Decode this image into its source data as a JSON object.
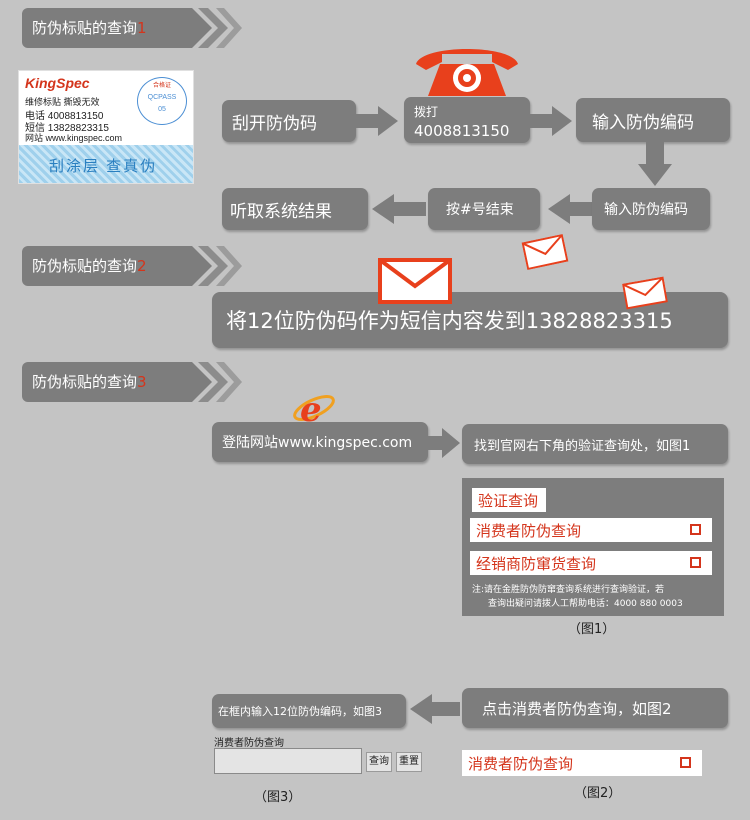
{
  "headers": [
    {
      "text": "防伪标贴的查询",
      "num": "1"
    },
    {
      "text": "防伪标贴的查询",
      "num": "2"
    },
    {
      "text": "防伪标贴的查询",
      "num": "3"
    }
  ],
  "sticker": {
    "brand": "KingSpec",
    "badge_top": "合格证",
    "badge_pass": "QCPASS",
    "badge_num": "05",
    "line1": "维修标贴  撕毁无效",
    "phone_label": "电话",
    "phone": "4008813150",
    "sms_label": "短信",
    "sms": "13828823315",
    "web_label": "网站",
    "web": "www.kingspec.com",
    "scratch": "刮涂层  查真伪"
  },
  "section1": {
    "scratch": "刮开防伪码",
    "dial_label": "拨打",
    "dial_number": "4008813150",
    "input_code": "输入防伪编码",
    "input_code2": "输入防伪编码",
    "press_hash": "按#号结束",
    "listen": "听取系统结果"
  },
  "section2": {
    "sms_text": "将12位防伪码作为短信内容发到13828823315"
  },
  "section3": {
    "login": "登陆网站www.kingspec.com",
    "find": "找到官网右下角的验证查询处，如图1",
    "fig1_title": "验证查询",
    "fig1_row1": "消费者防伪查询",
    "fig1_row2": "经销商防窜货查询",
    "fig1_note1": "注:请在金胜防伪防窜查询系统进行查询验证，若",
    "fig1_note2": "查询出疑问请拨人工帮助电话：4000 880 0003",
    "fig1_caption": "（图1）",
    "click_consumer": "点击消费者防伪查询，如图2",
    "fig2_row": "消费者防伪查询",
    "fig2_caption": "（图2）",
    "input12": "在框内输入12位防伪编码，如图3",
    "fig3_label": "消费者防伪查询",
    "fig3_query": "查询",
    "fig3_reset": "重置",
    "fig3_caption": "（图3）"
  },
  "colors": {
    "background": "#c4c4c4",
    "box": "#7d7d7d",
    "accent_red": "#d4351c",
    "arrow_grey": "#7d7d7d"
  }
}
